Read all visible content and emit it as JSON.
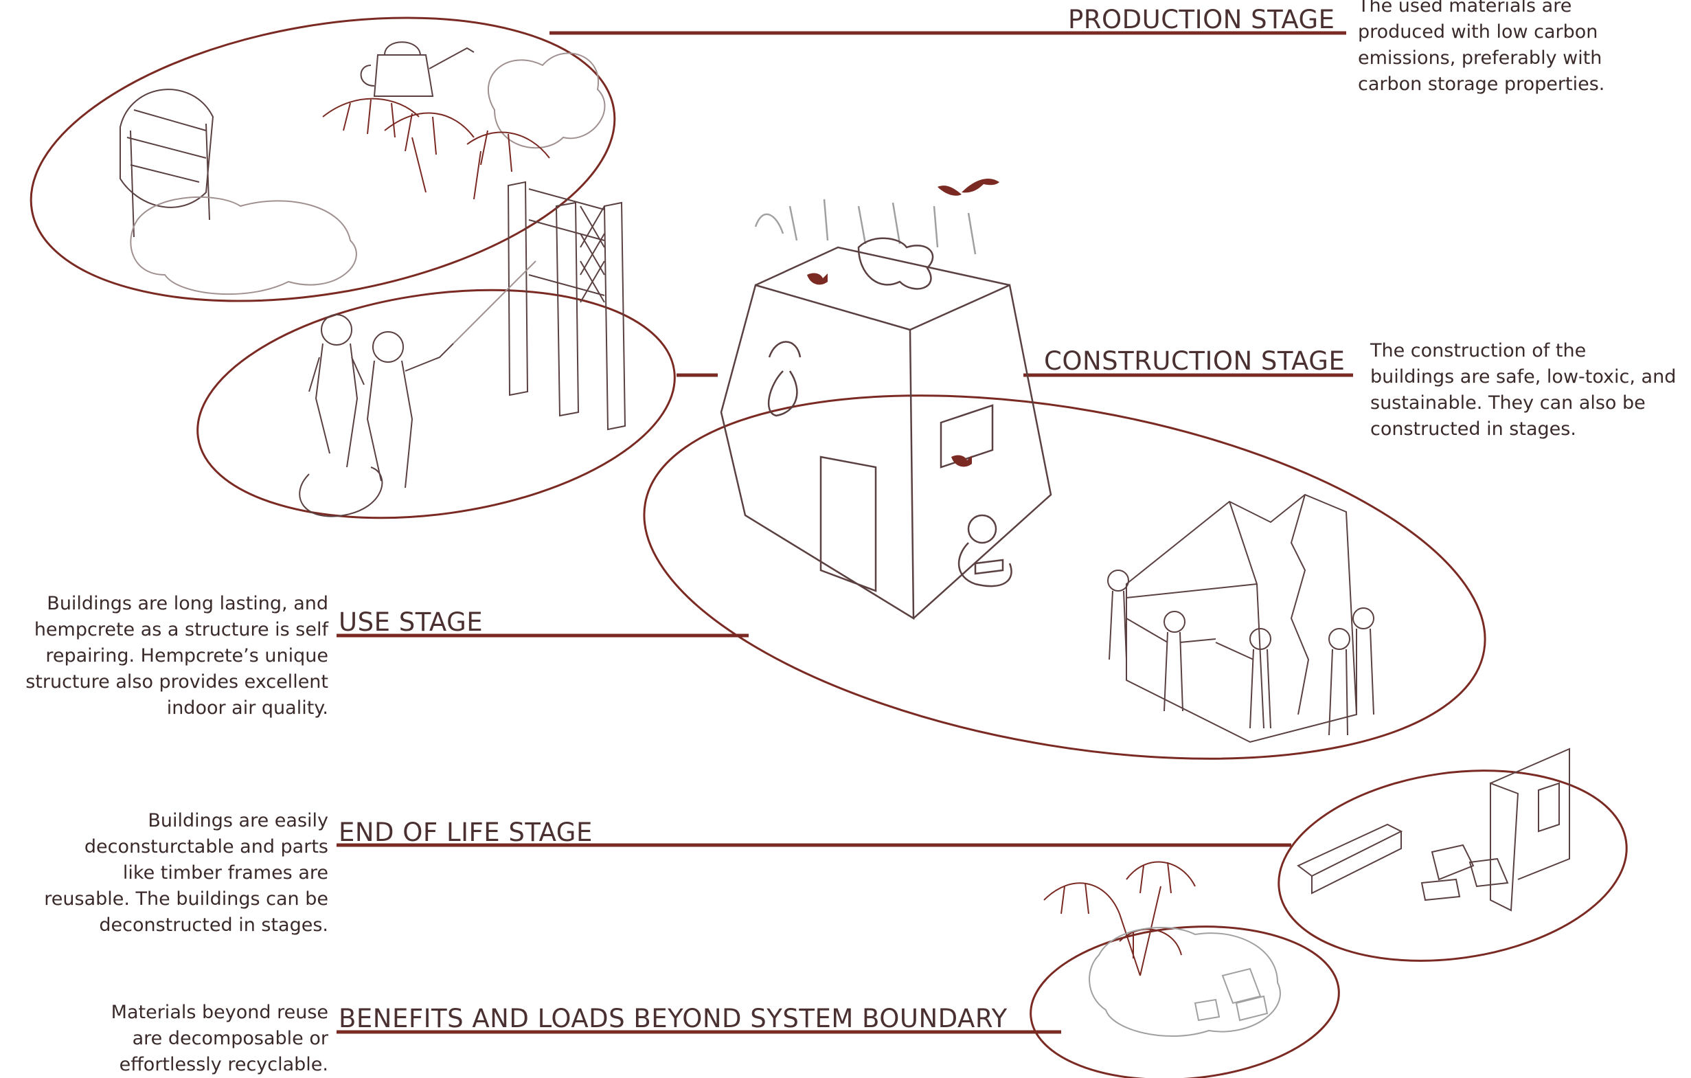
{
  "accent_color": "#7a2a22",
  "line_color": "#5a4040",
  "stages": {
    "production": {
      "title": "PRODUCTION STAGE",
      "description": "The used materials are\nproduced with low carbon\nemissions, preferably with\ncarbon storage properties."
    },
    "construction": {
      "title": "CONSTRUCTION STAGE",
      "description": "The construction of the\nbuildings are safe, low-toxic, and\nsustainable. They can also be\nconstructed in stages."
    },
    "use": {
      "title": "USE STAGE",
      "description": "Buildings are long lasting, and\nhempcrete as a structure is self\nrepairing. Hempcrete’s unique\nstructure also provides excellent\nindoor air quality."
    },
    "end_of_life": {
      "title": "END OF LIFE STAGE",
      "description": "Buildings are easily\ndeconsturctable and parts\nlike timber frames are\nreusable. The buildings can be\ndeconstructed in stages."
    },
    "beyond": {
      "title": "BENEFITS AND LOADS BEYOND SYSTEM BOUNDARY",
      "description": "Materials beyond reuse\nare decomposable or\neffortlessly recyclable."
    }
  }
}
